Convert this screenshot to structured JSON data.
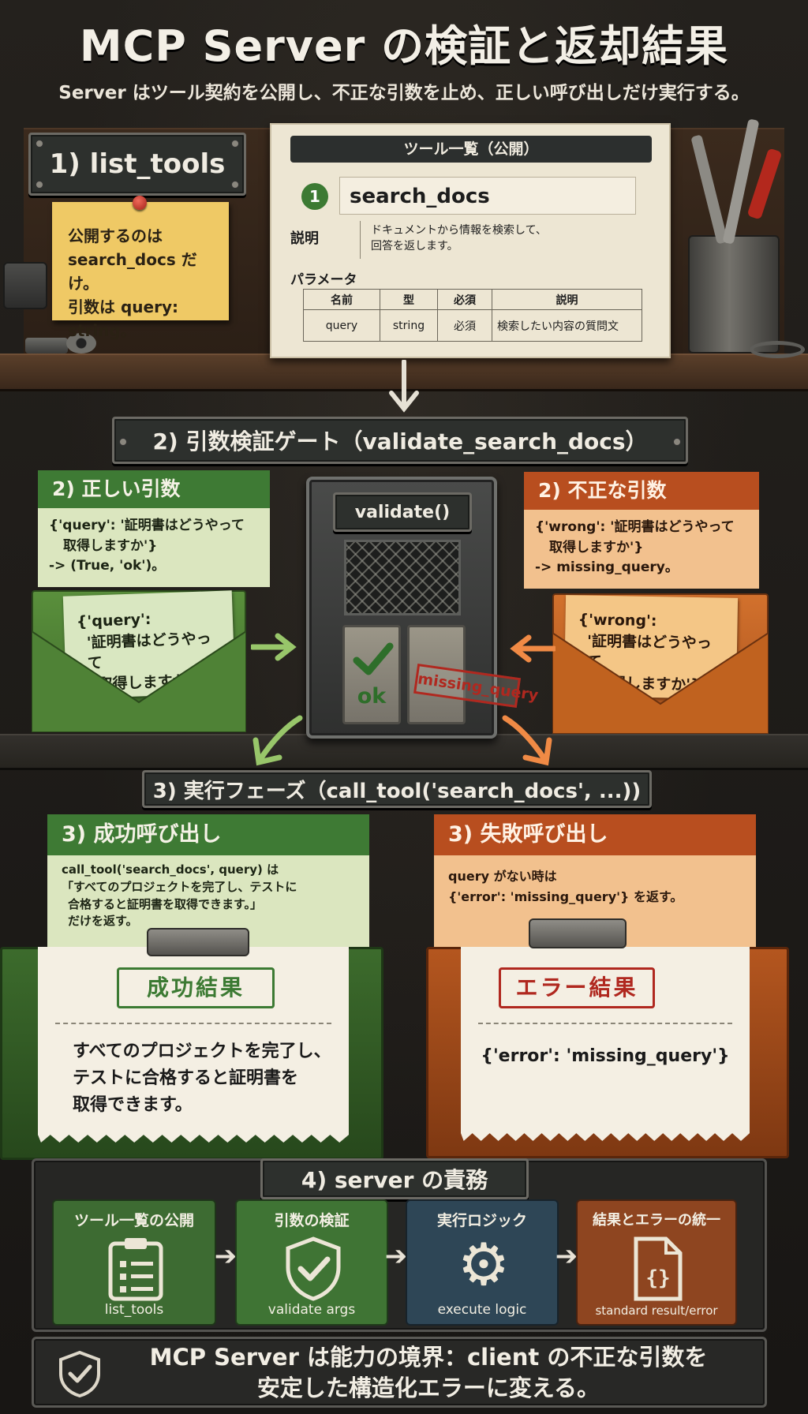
{
  "title": "MCP Server の検証と返却結果",
  "subtitle": "Server はツール契約を公開し、不正な引数を止め、正しい呼び出しだけ実行する。",
  "step1": {
    "label": "1) list_tools",
    "note_lines": [
      "公開するのは",
      "search_docs だけ。",
      "引数は query: string。"
    ],
    "card": {
      "header": "ツール一覧（公開）",
      "number": "1",
      "tool_name": "search_docs",
      "desc_label": "説明",
      "desc_lines": [
        "ドキュメントから情報を検索して、",
        "回答を返します。"
      ],
      "params_label": "パラメータ",
      "columns": [
        "名前",
        "型",
        "必須",
        "説明"
      ],
      "row": [
        "query",
        "string",
        "必須",
        "検索したい内容の質問文"
      ]
    }
  },
  "step2": {
    "label": "2) 引数検証ゲート（validate_search_docs）",
    "gate_label": "validate()",
    "ok_label": "ok",
    "error_stamp": "missing_query",
    "good": {
      "title": "2) 正しい引数",
      "lines": [
        "{'query': '証明書はどうやって",
        "取得しますか'}",
        "-> (True, 'ok')。"
      ],
      "letter_lines": [
        "{'query':",
        "'証明書はどうやって",
        "取得しますか'}"
      ]
    },
    "bad": {
      "title": "2) 不正な引数",
      "lines": [
        "{'wrong': '証明書はどうやって",
        "取得しますか'}",
        "-> missing_query。"
      ],
      "letter_lines": [
        "{'wrong':",
        "'証明書はどうやって",
        "取得しますか'}"
      ]
    }
  },
  "step3": {
    "label": "3) 実行フェーズ（call_tool('search_docs', ...))",
    "success": {
      "title": "3) 成功呼び出し",
      "lines": [
        "call_tool('search_docs', query) は",
        "「すべてのプロジェクトを完了し、テストに",
        "合格すると証明書を取得できます。」",
        "だけを返す。"
      ],
      "stamp": "成功結果",
      "result_lines": [
        "すべてのプロジェクトを完了し、",
        "テストに合格すると証明書を",
        "取得できます。"
      ]
    },
    "failure": {
      "title": "3) 失敗呼び出し",
      "lines": [
        "query がない時は",
        "{'error': 'missing_query'} を返す。"
      ],
      "stamp": "エラー結果",
      "result": "{'error': 'missing_query'}"
    }
  },
  "step4": {
    "label": "4) server の責務",
    "items": [
      {
        "label": "ツール一覧の公開",
        "sub": "list_tools",
        "icon": "list-icon",
        "color": "#3d6b32"
      },
      {
        "label": "引数の検証",
        "sub": "validate args",
        "icon": "shield-check-icon",
        "color": "#3f7434"
      },
      {
        "label": "実行ロジック",
        "sub": "execute logic",
        "icon": "gear-icon",
        "color": "#2e4656"
      },
      {
        "label": "結果とエラーの統一",
        "sub": "standard result/error",
        "icon": "json-file-icon",
        "color": "#8e4520"
      }
    ]
  },
  "footer": {
    "line1": "MCP Server は能力の境界：client の不正な引数を",
    "line2": "安定した構造化エラーに変える。"
  }
}
